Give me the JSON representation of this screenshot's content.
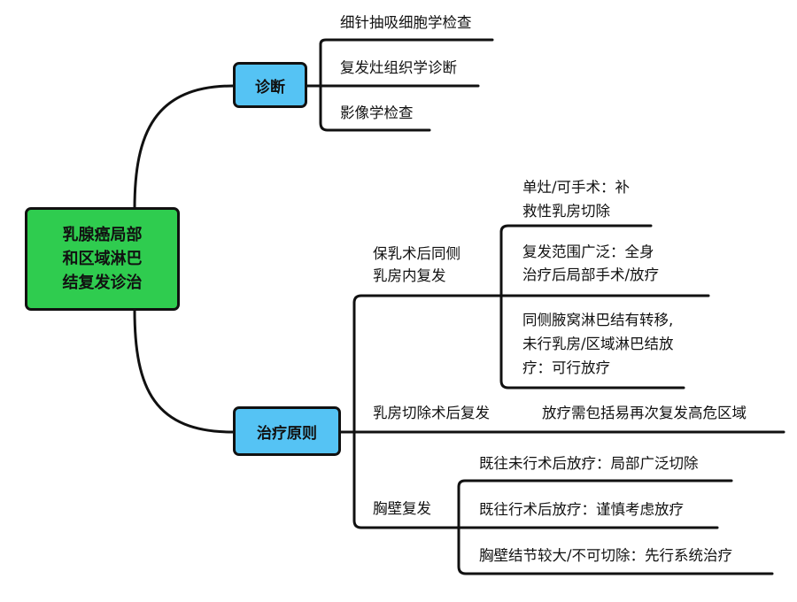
{
  "root": {
    "lines": [
      "乳腺癌局部",
      "和区域淋巴",
      "结复发诊治"
    ]
  },
  "diagnosis": {
    "label": "诊断",
    "items": [
      "细针抽吸细胞学检查",
      "复发灶组织学诊断",
      "影像学检查"
    ]
  },
  "treatment": {
    "label": "治疗原则",
    "breast_conserving": {
      "lines": [
        "保乳术后同侧",
        "乳房内复发"
      ],
      "items": [
        {
          "lines": [
            "单灶/可手术：补",
            "救性乳房切除"
          ]
        },
        {
          "lines": [
            "复发范围广泛：全身",
            "治疗后局部手术/放疗"
          ]
        },
        {
          "lines": [
            "同侧腋窝淋巴结有转移,",
            "未行乳房/区域淋巴结放",
            "疗：可行放疗"
          ]
        }
      ]
    },
    "mastectomy": {
      "label": "乳房切除术后复发",
      "item": "放疗需包括易再次复发高危区域"
    },
    "chest_wall": {
      "label": "胸壁复发",
      "items": [
        "既往未行术后放疗：局部广泛切除",
        "既往行术后放疗：谨慎考虑放疗",
        "胸壁结节较大/不可切除：先行系统治疗"
      ]
    }
  },
  "colors": {
    "root": "#2fcc4f",
    "branch": "#55c3f4",
    "line": "#111111"
  }
}
